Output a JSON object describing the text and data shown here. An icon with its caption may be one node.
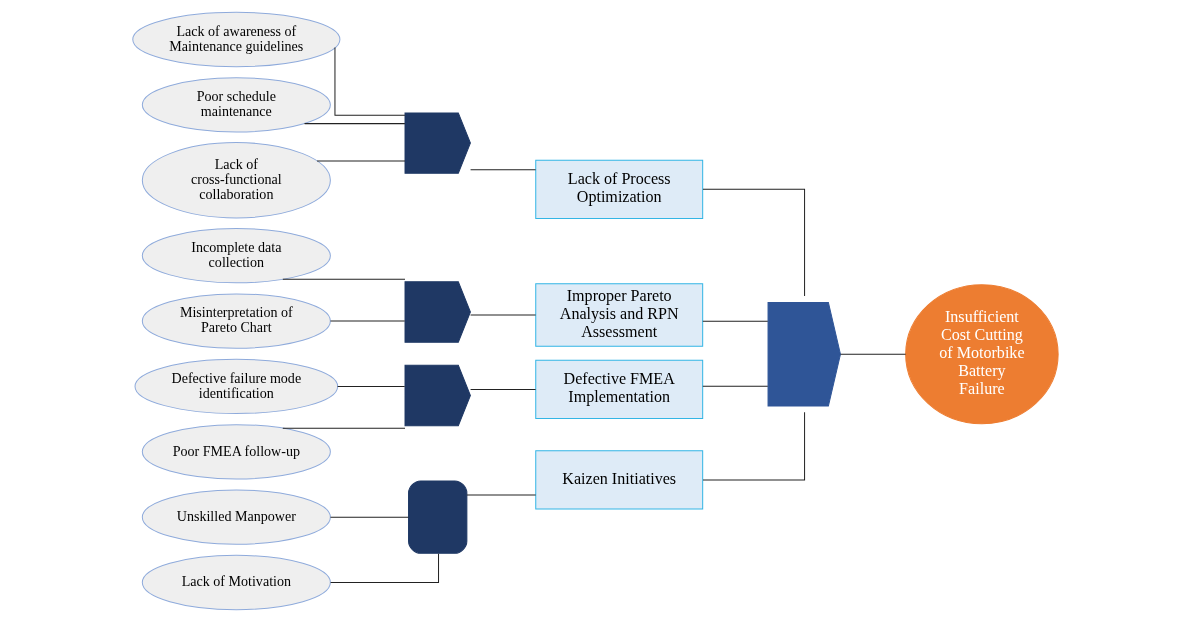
{
  "diagram": {
    "nodes": [
      {
        "text": [
          "Lack of awareness of Maintenance guidelines"
        ]
      },
      {
        "text": [
          "Poor schedule maintenance"
        ]
      },
      {
        "text": [
          "Lack of cross-functional collaboration"
        ]
      },
      {
        "text": [
          "Incomplete data collection"
        ]
      },
      {
        "text": [
          "Misinterpretation of Pareto Chart"
        ]
      },
      {
        "text": [
          "Defective failure mode identification"
        ]
      },
      {
        "text": [
          "Poor FMEA follow-up"
        ]
      },
      {
        "text": [
          "Unskilled Manpower"
        ]
      },
      {
        "text": [
          "Lack of Motivation"
        ]
      },
      {
        "text": [],
        "shape": "or-gate"
      },
      {
        "text": [],
        "shape": "or-gate"
      },
      {
        "text": [],
        "shape": "or-gate"
      },
      {
        "text": [],
        "shape": "and-gate"
      },
      {
        "text": [
          "Lack of Process Optimization"
        ]
      },
      {
        "text": [
          "Improper Pareto Analysis and RPN Assessment"
        ]
      },
      {
        "text": [
          "Defective FMEA Implementation"
        ]
      },
      {
        "text": [
          "Kaizen Initiatives"
        ]
      },
      {
        "text": [],
        "shape": "or-gate"
      },
      {
        "text": [
          "Insufficient Cost Cutting of Motorbike Battery Failure"
        ]
      }
    ],
    "edges": [
      {
        "from": 0,
        "to": 9,
        "arrow": "none"
      },
      {
        "from": 1,
        "to": 9,
        "arrow": "none"
      },
      {
        "from": 2,
        "to": 9,
        "arrow": "none"
      },
      {
        "from": 3,
        "to": 10,
        "arrow": "none"
      },
      {
        "from": 4,
        "to": 10,
        "arrow": "none"
      },
      {
        "from": 5,
        "to": 11,
        "arrow": "none"
      },
      {
        "from": 6,
        "to": 11,
        "arrow": "none"
      },
      {
        "from": 7,
        "to": 12,
        "arrow": "none"
      },
      {
        "from": 8,
        "to": 12,
        "arrow": "none"
      },
      {
        "from": 9,
        "to": 13,
        "arrow": "none"
      },
      {
        "from": 10,
        "to": 14,
        "arrow": "none"
      },
      {
        "from": 11,
        "to": 15,
        "arrow": "none"
      },
      {
        "from": 12,
        "to": 16,
        "arrow": "none"
      },
      {
        "from": 13,
        "to": 17,
        "arrow": "none"
      },
      {
        "from": 14,
        "to": 17,
        "arrow": "none"
      },
      {
        "from": 15,
        "to": 17,
        "arrow": "none"
      },
      {
        "from": 16,
        "to": 17,
        "arrow": "none"
      },
      {
        "from": 17,
        "to": 18,
        "arrow": "none"
      }
    ]
  }
}
